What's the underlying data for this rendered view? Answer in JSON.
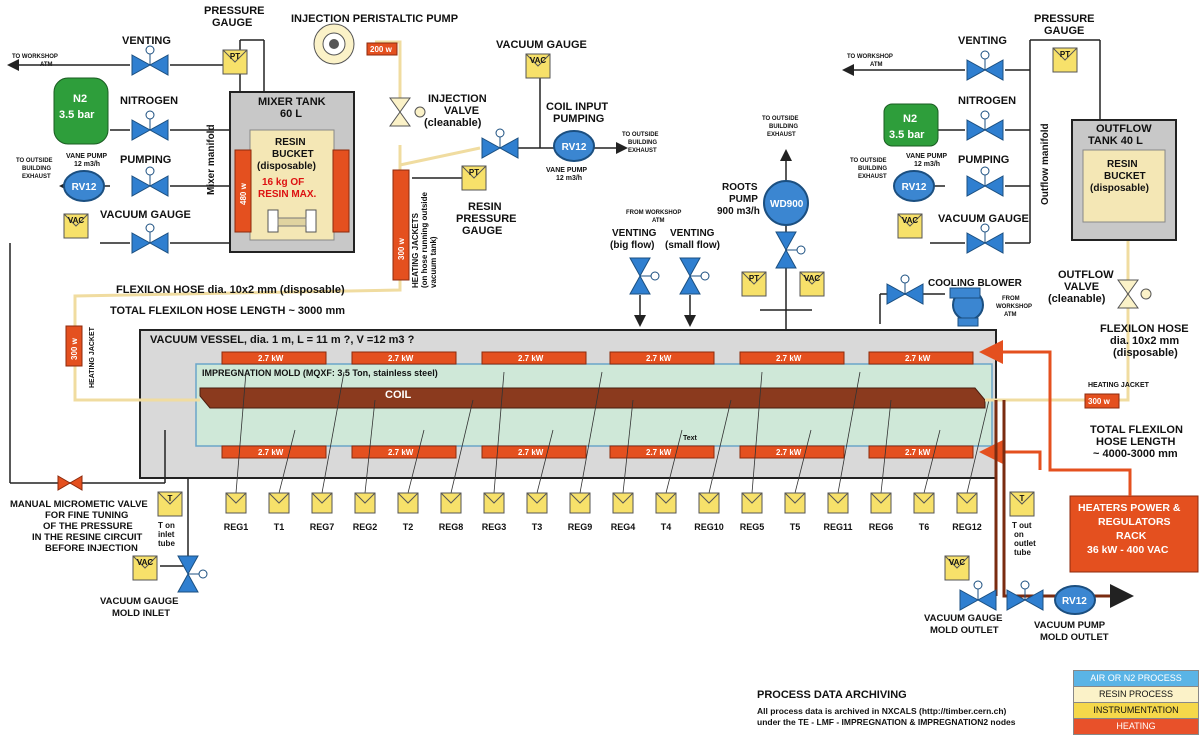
{
  "labels": {
    "pressure_gauge_left": [
      "PRESSURE",
      "GAUGE"
    ],
    "pressure_gauge_right": [
      "PRESSURE",
      "GAUGE"
    ],
    "injection_pump": "INJECTION PERISTALTIC PUMP",
    "pump_power": "200 w",
    "to_workshop_left": [
      "TO WORKSHOP",
      "ATM"
    ],
    "to_workshop_right": [
      "TO WORKSHOP",
      "ATM"
    ],
    "venting": "VENTING",
    "nitrogen": "NITROGEN",
    "pumping": "PUMPING",
    "vacuum_gauge": "VACUUM GAUGE",
    "n2": "N2",
    "n2_pressure": "3.5 bar",
    "outside_left": [
      "TO OUTSIDE",
      "BUILDING",
      "EXHAUST"
    ],
    "outside_right": [
      "TO OUTSIDE",
      "BUILDING",
      "EXHAUST"
    ],
    "vane_pump": [
      "VANE PUMP",
      "12 m3/h"
    ],
    "rv12": "RV12",
    "vac": "VAC",
    "pt": "PT",
    "mixer_manifold": "Mixer manifold",
    "outflow_manifold": "Outflow manifold",
    "mixer_tank": [
      "MIXER TANK",
      "60 L"
    ],
    "resin_bucket": [
      "RESIN",
      "BUCKET",
      "(disposable)"
    ],
    "resin_max": [
      "16 kg OF",
      "RESIN MAX."
    ],
    "heater_480": "480 w",
    "heater_300": "300 w",
    "injection_valve": [
      "INJECTION",
      "VALVE",
      "(cleanable)"
    ],
    "vacuum_gauge_top": "VACUUM GAUGE",
    "coil_input_pumping": [
      "COIL INPUT",
      "PUMPING"
    ],
    "outside_mid": [
      "TO OUTSIDE",
      "BUILDING",
      "EXHAUST"
    ],
    "vane_pump_mid": [
      "VANE PUMP",
      "12 m3/h"
    ],
    "resin_pressure_gauge": [
      "RESIN",
      "PRESSURE",
      "GAUGE"
    ],
    "heating_jackets": [
      "HEATING JACKETS",
      "(on hose  running outside",
      "vacuum tank)"
    ],
    "to_outside_roots": [
      "TO OUTSIDE",
      "BUILDING",
      "EXHAUST"
    ],
    "roots_pump": [
      "ROOTS",
      "PUMP",
      "900 m3/h"
    ],
    "wd900": "WD900",
    "from_workshop_mid": [
      "FROM WORKSHOP",
      "ATM"
    ],
    "venting_big": [
      "VENTING",
      "(big flow)"
    ],
    "venting_small": [
      "VENTING",
      "(small flow)"
    ],
    "outflow_tank": [
      "OUTFLOW",
      "TANK 40 L"
    ],
    "outflow_bucket": [
      "RESIN",
      "BUCKET",
      "(disposable)"
    ],
    "outflow_valve": [
      "OUTFLOW",
      "VALVE",
      "(cleanable)"
    ],
    "cooling_blower": "COOLING BLOWER",
    "from_workshop_blower": [
      "FROM",
      "WORKSHOP",
      "ATM"
    ],
    "flexilon_hose": "FLEXILON HOSE dia. 10x2 mm (disposable)",
    "total_length": "TOTAL FLEXILON HOSE LENGTH ~ 3000 mm",
    "heating_jacket": "HEATING JACKET",
    "vacuum_vessel": "VACUUM VESSEL, dia. 1 m, L = 11 m ?, V =12 m3 ?",
    "heater_kw": "2.7 kW",
    "impregnation_mold": "IMPREGNATION MOLD  (MQXF: 3.5 Ton, stainless steel)",
    "coil": "COIL",
    "text_placeholder": "Text",
    "flexilon_right": [
      "FLEXILON HOSE",
      "dia. 10x2 mm",
      "(disposable)"
    ],
    "heating_jacket_right": "HEATING JACKET",
    "total_length_right": [
      "TOTAL FLEXILON",
      "HOSE LENGTH",
      "~ 4000-3000 mm"
    ],
    "heaters_rack": [
      "HEATERS POWER &",
      "REGULATORS",
      "RACK",
      "36 kW - 400 VAC"
    ],
    "manual_valve": [
      "MANUAL MICROMETIC VALVE",
      "FOR FINE TUNING",
      "OF THE  PRESSURE",
      "IN THE RESINE CIRCUIT",
      "BEFORE INJECTION"
    ],
    "t_on_inlet": [
      "T on",
      "inlet",
      "tube"
    ],
    "t_out_outlet": [
      "T out",
      "on",
      "outlet",
      "tube"
    ],
    "vg_mold_inlet": [
      "VACUUM GAUGE",
      "MOLD INLET"
    ],
    "vg_mold_outlet": [
      "VACUUM GAUGE",
      "MOLD OUTLET"
    ],
    "vp_mold_outlet": [
      "VACUUM PUMP",
      "MOLD OUTLET"
    ],
    "sensor_icon": "T"
  },
  "sensors": [
    "REG1",
    "T1",
    "REG7",
    "REG2",
    "T2",
    "REG8",
    "REG3",
    "T3",
    "REG9",
    "REG4",
    "T4",
    "REG10",
    "REG5",
    "T5",
    "REG11",
    "REG6",
    "T6",
    "REG12"
  ],
  "legend": [
    {
      "label": "AIR OR N2 PROCESS",
      "color": "#5ab4e6",
      "text_color": "#ffffff"
    },
    {
      "label": "RESIN PROCESS",
      "color": "#fbf2c8",
      "text_color": "#111111"
    },
    {
      "label": "INSTRUMENTATION",
      "color": "#f5d84a",
      "text_color": "#111111"
    },
    {
      "label": "HEATING",
      "color": "#e8512a",
      "text_color": "#ffffff"
    }
  ],
  "archiving": {
    "title": "PROCESS DATA ARCHIVING",
    "line1": "All process data is archived in NXCALS (http://timber.cern.ch)",
    "line2": "under the TE - LMF - IMPREGNATION & IMPREGNATION2 nodes"
  },
  "colors": {
    "air": "#2f7fd0",
    "resin": "#f4e7b5",
    "instrument": "#f7e16a",
    "heating": "#e4501f",
    "vessel": "#d2d2d2",
    "mold": "#cfe8d8",
    "coil": "#8b3a1e",
    "n2": "#2e9e3b",
    "pump": "#3b86d1"
  }
}
